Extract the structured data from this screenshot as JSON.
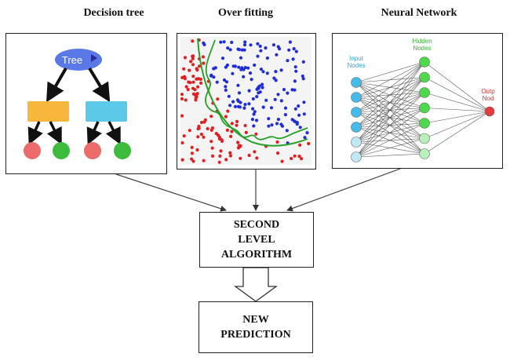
{
  "titles": {
    "decision_tree": "Decision tree",
    "over_fitting": "Over fitting",
    "neural_network": "Neural Network"
  },
  "decision_tree": {
    "root_label": "Tree",
    "colors": {
      "root": "#5a78e6",
      "left_box": "#f6b73c",
      "right_box": "#5cc9e8",
      "red_leaf": "#ec6a6a",
      "green_leaf": "#3dbb3d"
    }
  },
  "overfitting": {
    "colors": {
      "class_a": "#e02020",
      "class_b": "#1f2ed6",
      "boundary": "#2aa02a",
      "background": "#f4f4f4"
    }
  },
  "neural_network": {
    "input_label_line1": "Input",
    "input_label_line2": "Nodes",
    "hidden_label_line1": "Hidden",
    "hidden_label_line2": "Nodes",
    "output_label_line1": "Outp",
    "output_label_line2": "Nod",
    "input_count": 6,
    "hidden_count": 7,
    "output_count": 1,
    "colors": {
      "input": "#46bbea",
      "hidden": "#4cd94c",
      "output": "#e63b3b",
      "input_text": "#2fa3d6",
      "hidden_text": "#35b335",
      "output_text": "#e03030"
    }
  },
  "second_level": {
    "line1": "SECOND",
    "line2": "LEVEL",
    "line3": "ALGORITHM"
  },
  "new_prediction": {
    "line1": "NEW",
    "line2": "PREDICTION"
  }
}
